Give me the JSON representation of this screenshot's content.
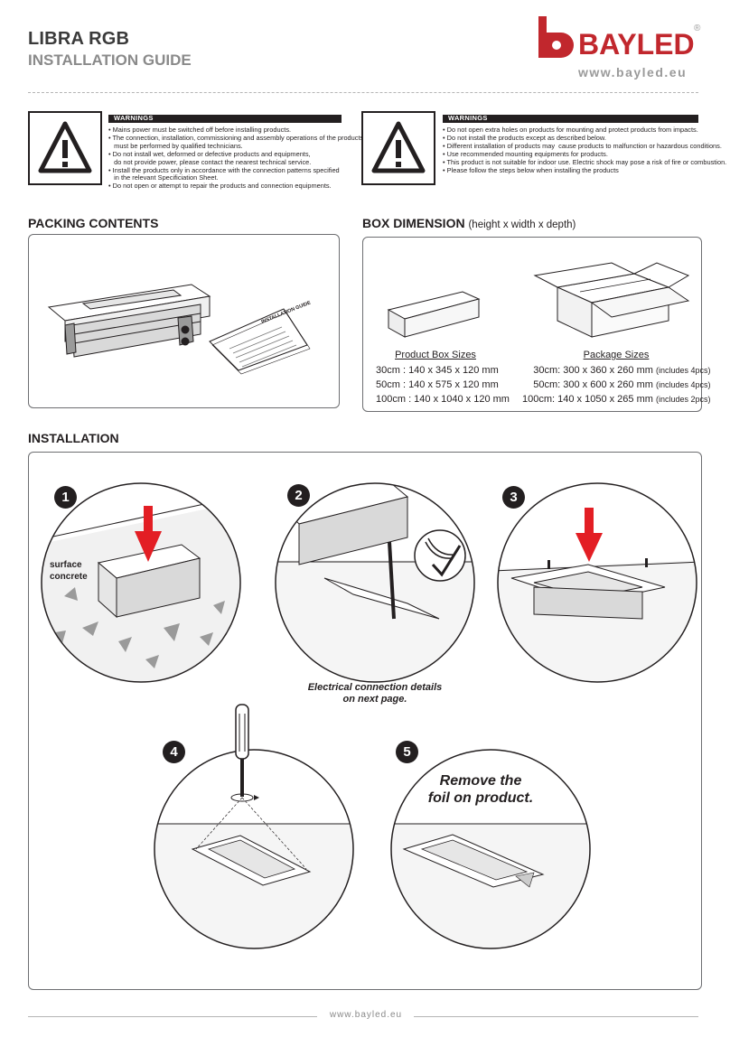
{
  "header": {
    "title": "LIBRA RGB",
    "subtitle": "INSTALLATION GUIDE",
    "logo_text": "BAYLED",
    "logo_mark": "®",
    "url": "www.bayled.eu"
  },
  "warnings_left": {
    "label": "WARNINGS",
    "items": [
      "• Mains power must be switched off before installing products.",
      "• The connection, installation, commissioning and assembly operations of the products",
      "   must be performed by qualified technicians.",
      "• Do not install wet, deformed or defective products and equipments,",
      "   do not provide power, please contact the nearest technical service.",
      "• Install the products only in accordance with the connection patterns specified",
      "   in the relevant Specificiation Sheet.",
      "• Do not open or attempt to repair the products and connection equipments."
    ]
  },
  "warnings_right": {
    "label": "WARNINGS",
    "items": [
      "• Do not open extra holes on products for mounting and protect products from impacts.",
      "• Do not install the products except as described below.",
      "• Different installation of products may  cause products to malfunction or hazardous conditions.",
      "• Use recommended mounting equipments for products.",
      "• This product is not suitable for indoor use. Electric shock may pose a risk of fire or combustion.",
      "• Please follow the steps below when installing the products"
    ]
  },
  "packing": {
    "heading": "PACKING CONTENTS",
    "document_label": "INSTALLATION GUIDE"
  },
  "box": {
    "heading": "BOX DIMENSION",
    "heading_note": "(height x width x depth)",
    "product_title": "Product Box Sizes",
    "product_sizes": [
      "30cm : 140 x 345 x 120 mm",
      "50cm : 140 x 575 x 120 mm",
      "100cm : 140 x 1040 x 120 mm"
    ],
    "package_title": "Package Sizes",
    "package_sizes": [
      {
        "main": "30cm: 300 x 360 x 260 mm",
        "note": "(includes 4pcs)"
      },
      {
        "main": "50cm: 300 x 600 x 260 mm",
        "note": "(includes 4pcs)"
      },
      {
        "main": "100cm: 140 x 1050 x 265 mm",
        "note": "(includes 2pcs)"
      }
    ]
  },
  "installation": {
    "heading": "INSTALLATION",
    "steps": [
      "1",
      "2",
      "3",
      "4",
      "5"
    ],
    "label_surface": "surface",
    "label_concrete": "concrete",
    "electrical_note_1": "Electrical connection details",
    "electrical_note_2": "on next page.",
    "foil_note_1": "Remove the",
    "foil_note_2": "foil on product."
  },
  "footer": {
    "url": "www.bayled.eu"
  },
  "colors": {
    "accent_red": "#e31e24",
    "logo_red": "#c1272d",
    "ink": "#231f20",
    "gray": "#8a8a8a"
  }
}
